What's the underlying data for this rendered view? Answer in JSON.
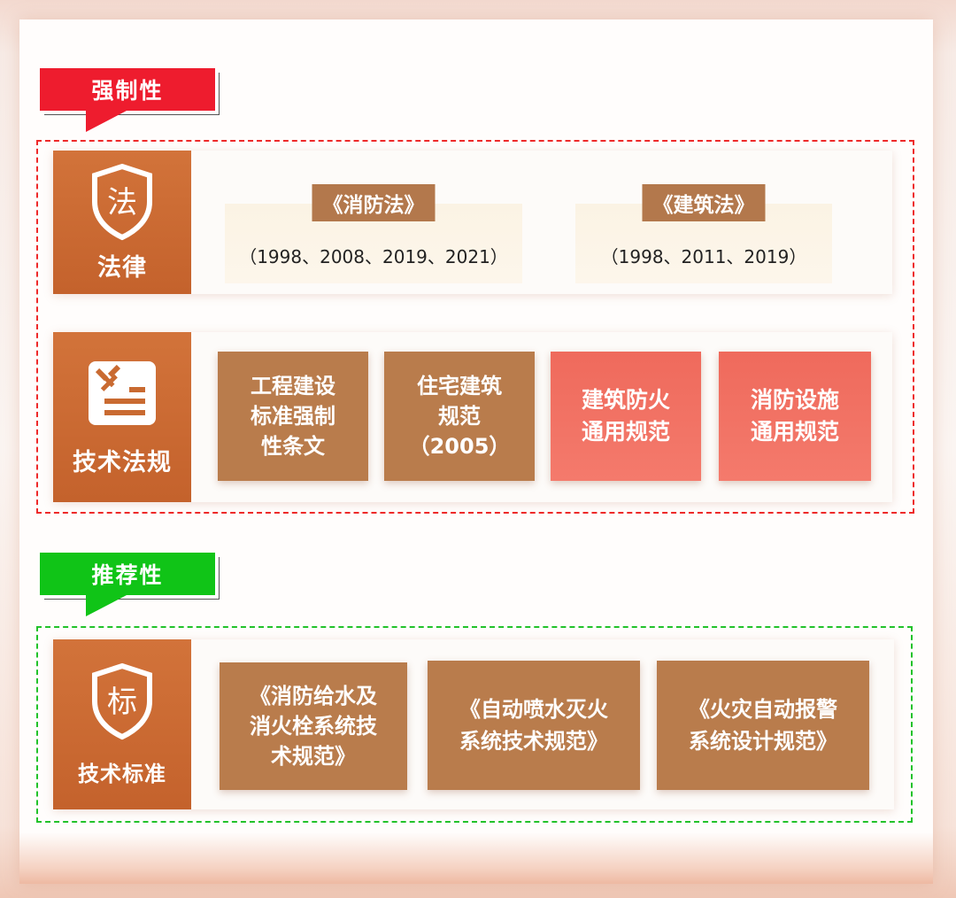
{
  "mandatory": {
    "tag": "强制性",
    "law_row": {
      "label": "法律",
      "shield_char": "法",
      "items": [
        {
          "title": "《消防法》",
          "years": "（1998、2008、2019、2021）"
        },
        {
          "title": "《建筑法》",
          "years": "（1998、2011、2019）"
        }
      ]
    },
    "tech_row": {
      "label": "技术法规",
      "cards": [
        {
          "lines": [
            "工程建设",
            "标准强制",
            "性条文"
          ]
        },
        {
          "lines": [
            "住宅建筑",
            "规范",
            "（2005）"
          ]
        },
        {
          "lines": [
            "建筑防火",
            "通用规范"
          ]
        },
        {
          "lines": [
            "消防设施",
            "通用规范"
          ]
        }
      ]
    }
  },
  "recommended": {
    "tag": "推荐性",
    "std_row": {
      "label": "技术标准",
      "shield_char": "标",
      "cards": [
        {
          "lines": [
            "《消防给水及",
            "消火栓系统技",
            "术规范》"
          ]
        },
        {
          "lines": [
            "《自动喷水灭火",
            "系统技术规范》"
          ]
        },
        {
          "lines": [
            "《火灾自动报警",
            "系统设计规范》"
          ]
        }
      ]
    }
  },
  "colors": {
    "mandatory_accent": "#ee1c2e",
    "recommended_accent": "#10c417",
    "side_panel": "#c96a31",
    "card_brown": "#b97c4c",
    "card_coral": "#f07064"
  },
  "icons": {
    "law": "shield-icon",
    "tech": "tools-document-icon",
    "standard": "shield-icon"
  }
}
